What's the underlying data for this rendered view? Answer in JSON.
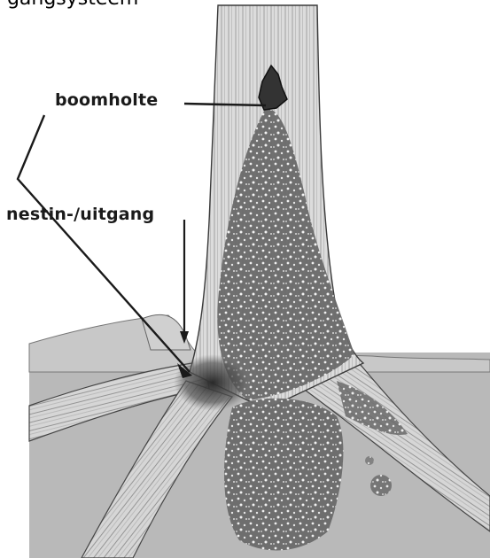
{
  "caption": "-gangsysteem",
  "labels": {
    "tree_hollow": "boomholte",
    "nest_entrance": "nestin-/uitgang"
  }
}
